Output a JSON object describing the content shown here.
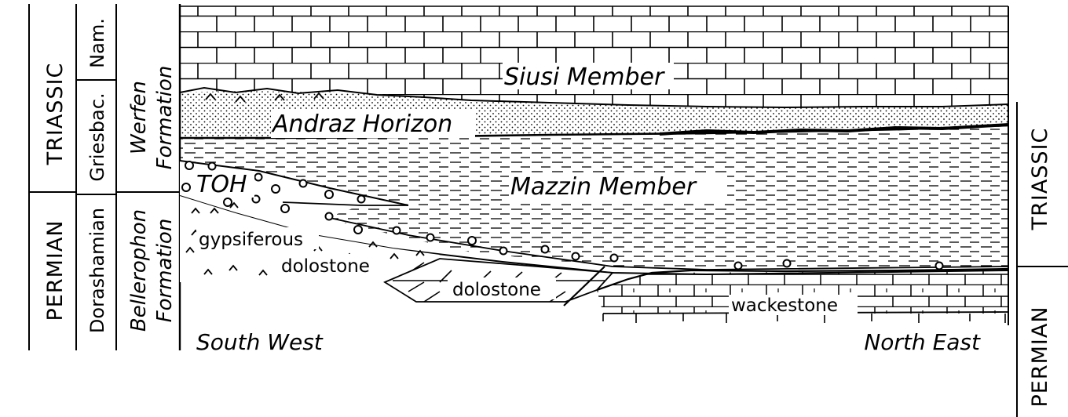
{
  "left_column": {
    "systems": {
      "upper": "TRIASSIC",
      "lower": "PERMIAN"
    },
    "stages": {
      "nam": "Nam.",
      "griesbac": "Griesbac.",
      "dorashamian": "Dorashamian"
    },
    "formations": {
      "werfen_1": "Werfen",
      "werfen_2": "Formation",
      "bellerophon_1": "Bellerophon",
      "bellerophon_2": "Formation"
    }
  },
  "right_column": {
    "upper": "TRIASSIC",
    "lower": "PERMIAN"
  },
  "units": {
    "siusi": "Siusi Member",
    "andraz": "Andraz Horizon",
    "mazzin": "Mazzin Member",
    "toh": "TOH"
  },
  "lithologies": {
    "gypsiferous": "gypsiferous",
    "dolostone_upper": "dolostone",
    "dolostone_lower": "dolostone",
    "wackestone": "wackestone"
  },
  "directions": {
    "southwest": "South West",
    "northeast": "North East"
  },
  "colors": {
    "ink": "#000000",
    "paper": "#ffffff"
  }
}
